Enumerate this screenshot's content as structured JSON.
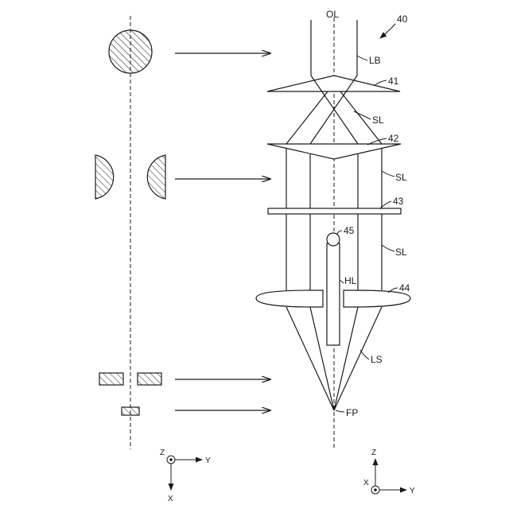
{
  "labels": {
    "figure_number": "40",
    "optical_axis": "OL",
    "laser_beam": "LB",
    "lens_41": "41",
    "lens_42": "42",
    "plate_43": "43",
    "element_45": "45",
    "lens_44": "44",
    "hollow_light": "HL",
    "shaped_light_1": "SL",
    "shaped_light_2": "SL",
    "shaped_light_3": "SL",
    "converging_light": "LS",
    "focal_point": "FP"
  },
  "axes_left": {
    "out_of_page": "Z",
    "right": "Y",
    "down": "X"
  },
  "axes_right": {
    "up": "Z",
    "out_of_page": "X",
    "right": "Y"
  }
}
